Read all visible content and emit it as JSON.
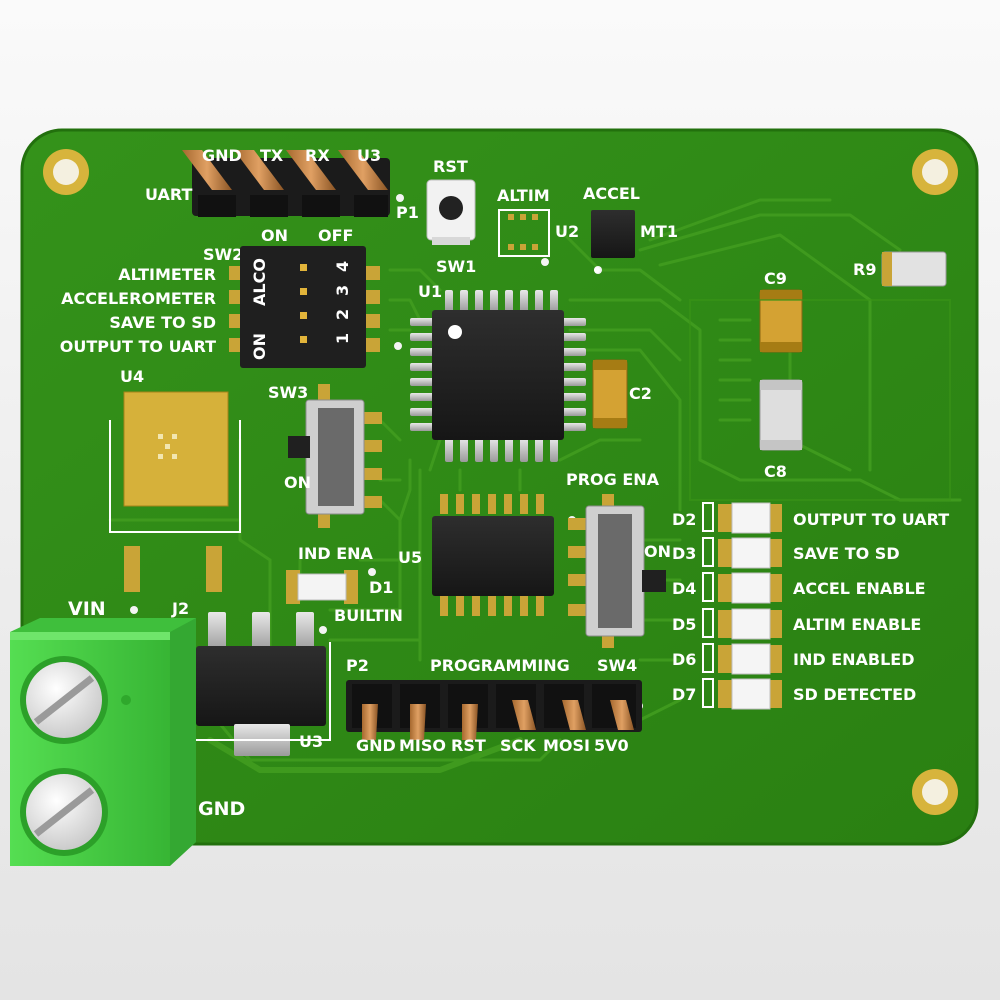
{
  "labels": {
    "uart": "UART",
    "gnd_top": "GND",
    "tx": "TX",
    "rx": "RX",
    "u3_top": "U3",
    "p1": "P1",
    "on": "ON",
    "off": "OFF",
    "rst": "RST",
    "sw1": "SW1",
    "altim": "ALTIM",
    "u2": "U2",
    "accel": "ACCEL",
    "mt1": "MT1",
    "sw2": "SW2",
    "u1": "U1",
    "c9": "C9",
    "r9": "R9",
    "c2": "C2",
    "c8": "C8",
    "u4": "U4",
    "sw3": "SW3",
    "on_sw3": "ON",
    "ind_ena": "IND ENA",
    "u5": "U5",
    "prog_ena": "PROG ENA",
    "on_sw4": "ON",
    "d1": "D1",
    "builtin": "BUILTIN",
    "vin": "VIN",
    "j2": "J2",
    "u3_bottom": "U3",
    "gnd_bottom": "GND",
    "p2": "P2",
    "programming": "PROGRAMMING",
    "sw4": "SW4"
  },
  "dip_switch": {
    "brand_on": "ON",
    "brand": "ALCO",
    "numbers": [
      "1",
      "2",
      "3",
      "4"
    ],
    "options": [
      "ALTIMETER",
      "ACCELEROMETER",
      "SAVE TO SD",
      "OUTPUT TO UART"
    ]
  },
  "leds": [
    {
      "ref": "D2",
      "label": "OUTPUT TO UART"
    },
    {
      "ref": "D3",
      "label": "SAVE TO SD"
    },
    {
      "ref": "D4",
      "label": "ACCEL ENABLE"
    },
    {
      "ref": "D5",
      "label": "ALTIM ENABLE"
    },
    {
      "ref": "D6",
      "label": "IND ENABLED"
    },
    {
      "ref": "D7",
      "label": "SD DETECTED"
    }
  ],
  "programming_pins": [
    "GND",
    "MISO",
    "RST",
    "SCK",
    "MOSI",
    "5V0"
  ],
  "colors": {
    "board": "#2f8a12",
    "board_edge": "#267410",
    "trace": "#3f9a1e",
    "gold": "#c9a437",
    "terminal": "#4fd24c"
  }
}
